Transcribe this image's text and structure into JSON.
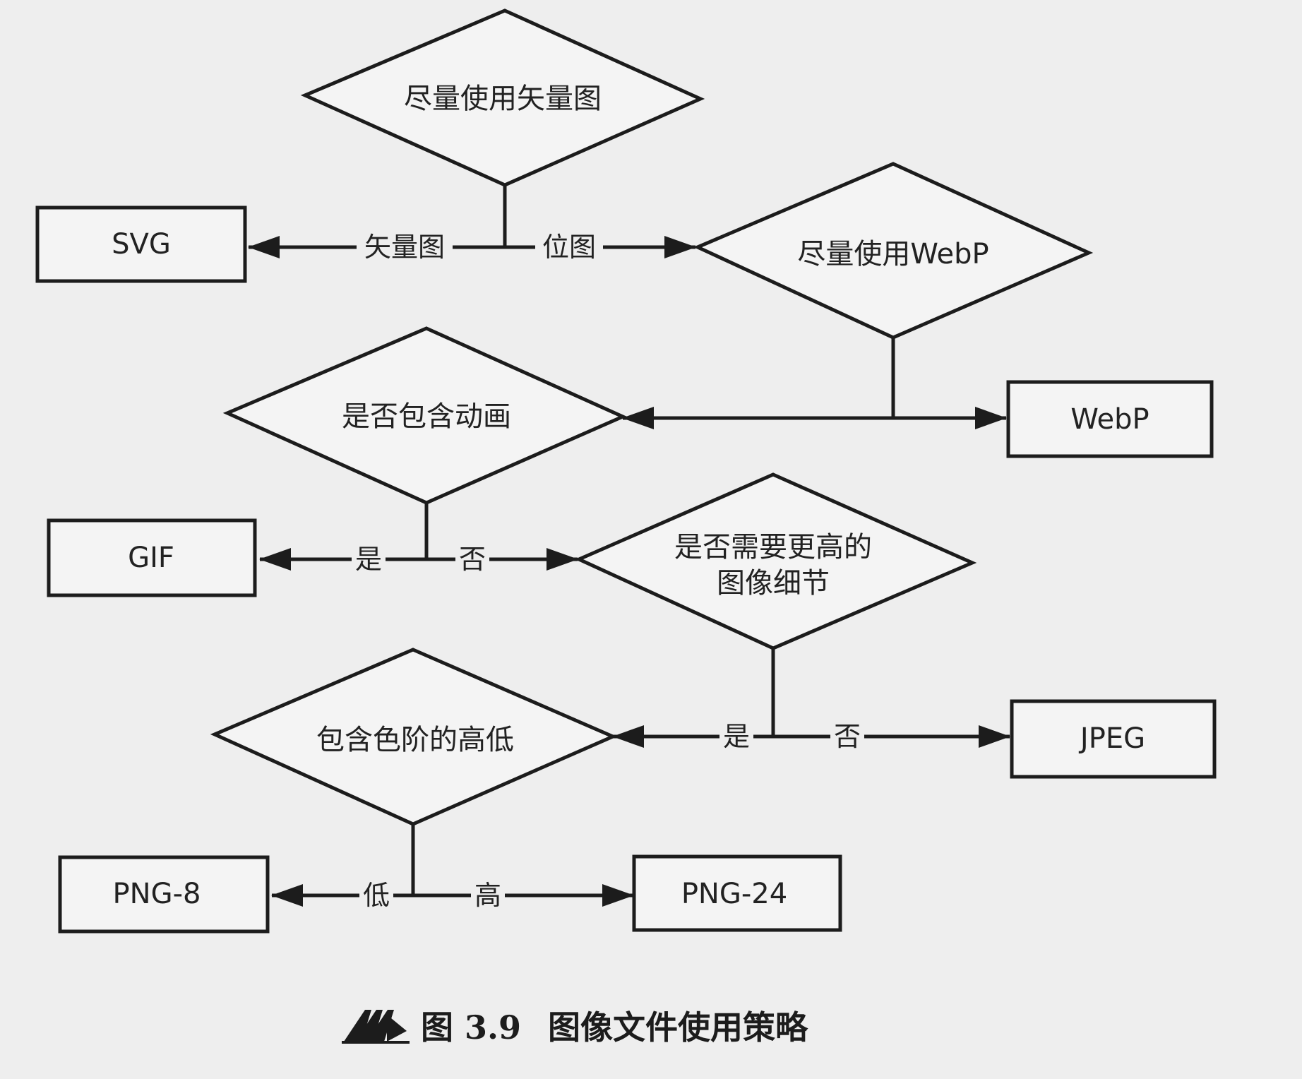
{
  "nodes": {
    "vector_first": "尽量使用矢量图",
    "svg": "SVG",
    "webp_first": "尽量使用WebP",
    "webp": "WebP",
    "animation_q": "是否包含动画",
    "gif": "GIF",
    "detail_q_line1": "是否需要更高的",
    "detail_q_line2": "图像细节",
    "jpeg": "JPEG",
    "color_q": "包含色阶的高低",
    "png8": "PNG-8",
    "png24": "PNG-24"
  },
  "edges": {
    "vector": "矢量图",
    "bitmap": "位图",
    "anim_yes": "是",
    "anim_no": "否",
    "detail_yes": "是",
    "detail_no": "否",
    "low": "低",
    "high": "高"
  },
  "caption": {
    "label": "图 3.9",
    "text": "图像文件使用策略"
  },
  "colors": {
    "ink": "#1c1c1c",
    "paper": "#eeeeee"
  }
}
